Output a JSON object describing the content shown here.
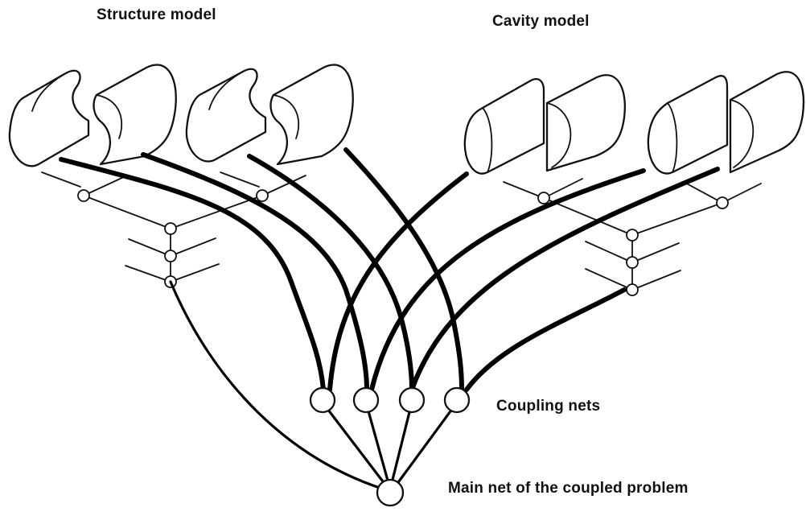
{
  "labels": {
    "structure_model": "Structure model",
    "cavity_model": "Cavity model",
    "coupling_nets": "Coupling nets",
    "main_net": "Main net of the coupled problem"
  },
  "colors": {
    "ink": "#111111",
    "background": "#ffffff"
  }
}
